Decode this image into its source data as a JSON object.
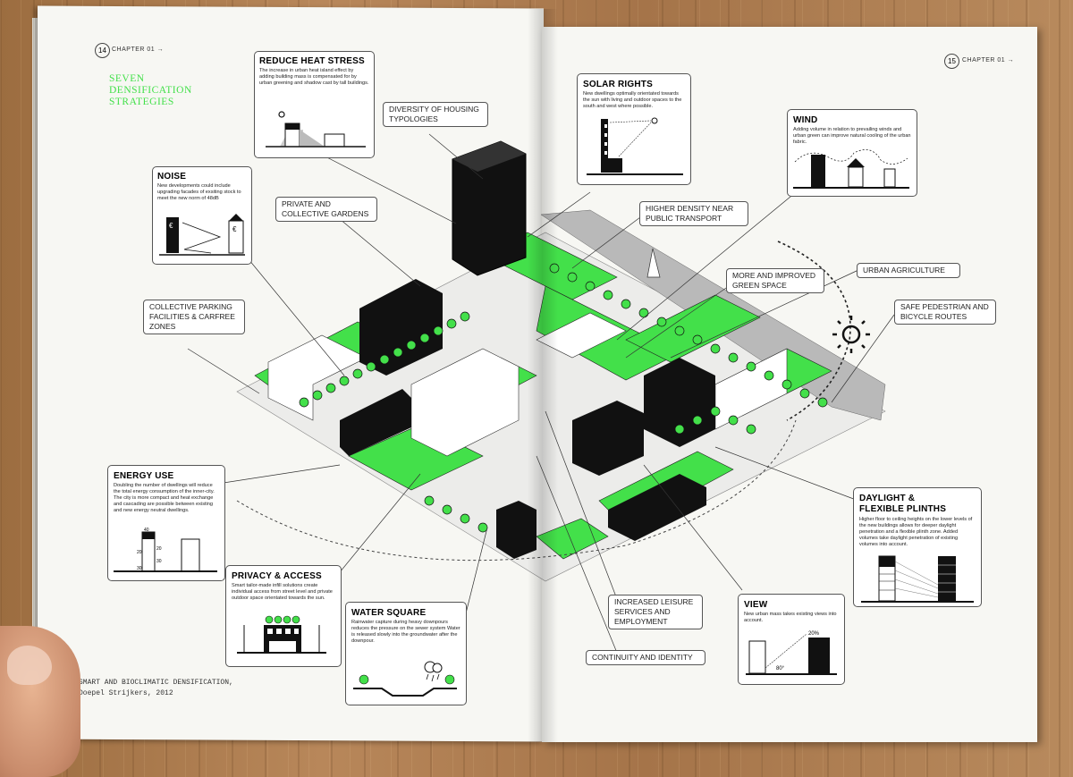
{
  "left_page": {
    "page_number": "14",
    "chapter": "CHAPTER 01 →",
    "heading": "SEVEN DENSIFICATION STRATEGIES",
    "credit_line1": "SMART AND BIOCLIMATIC DENSIFICATION,",
    "credit_line2": "Doepel Strijkers, 2012"
  },
  "right_page": {
    "page_number": "15",
    "chapter": "CHAPTER 01 →"
  },
  "boxes": {
    "heat": {
      "title": "REDUCE HEAT STRESS",
      "text": "The increase in urban heat island effect by adding building mass is compensated for by urban greening and shadow cast by tall buildings."
    },
    "noise": {
      "title": "NOISE",
      "text": "New developments could include upgrading facades of exsiting stock to meet the new norm of 48dB"
    },
    "energy": {
      "title": "ENERGY USE",
      "text": "Doubling the number of dwellings will reduce the total energy consumption of the inner-city. The city is more compact and heat exchange and cascading are possible between existing and new energy neutral dwellings."
    },
    "privacy": {
      "title": "PRIVACY & ACCESS",
      "text": "Smart tailor-made infill solutions create individual access from street level and private outdoor space orientated towards the sun."
    },
    "water": {
      "title": "WATER SQUARE",
      "text": "Rainwater capture during heavy downpours reduces the pressure on the sewer system Water is released slowly into the groundwater after the downpour."
    },
    "solar": {
      "title": "SOLAR RIGHTS",
      "text": "New dwellings optimally orientated towards the sun with living and outdoor spaces to the south and west where possible."
    },
    "wind": {
      "title": "WIND",
      "text": "Adding volume in relation to prevailing winds and urban green can improve natural cooling of the urban fabric."
    },
    "daylight": {
      "title": "DAYLIGHT & FLEXIBLE PLINTHS",
      "text": "Higher floor to ceiling heights on the lower levels of the new buildings allows for deeper daylight penetration and a flexible plinth zone. Added volumes take daylight penetration of existing volumes into account."
    },
    "view": {
      "title": "VIEW",
      "text": "New urban mass takes existing views into account."
    }
  },
  "labels": {
    "diversity": "DIVERSITY OF HOUSING TYPOLOGIES",
    "gardens": "PRIVATE AND COLLECTIVE GARDENS",
    "parking": "COLLECTIVE PARKING FACILITIES & CARFREE ZONES",
    "transport": "HIGHER DENSITY NEAR PUBLIC TRANSPORT",
    "green": "MORE AND IMPROVED GREEN SPACE",
    "agriculture": "URBAN AGRICULTURE",
    "pedestrian": "SAFE PEDESTRIAN AND BICYCLE ROUTES",
    "leisure": "INCREASED LEISURE SERVICES AND EMPLOYMENT",
    "continuity": "CONTINUITY AND IDENTITY"
  },
  "diagram_values": {
    "energy_dims": [
      "40",
      "20",
      "30",
      "20",
      "30"
    ],
    "view_percent": "20%",
    "view_angle": "80°"
  },
  "colors": {
    "accent_green": "#43e04a",
    "building_black": "#111111",
    "paper": "#f7f7f3"
  }
}
